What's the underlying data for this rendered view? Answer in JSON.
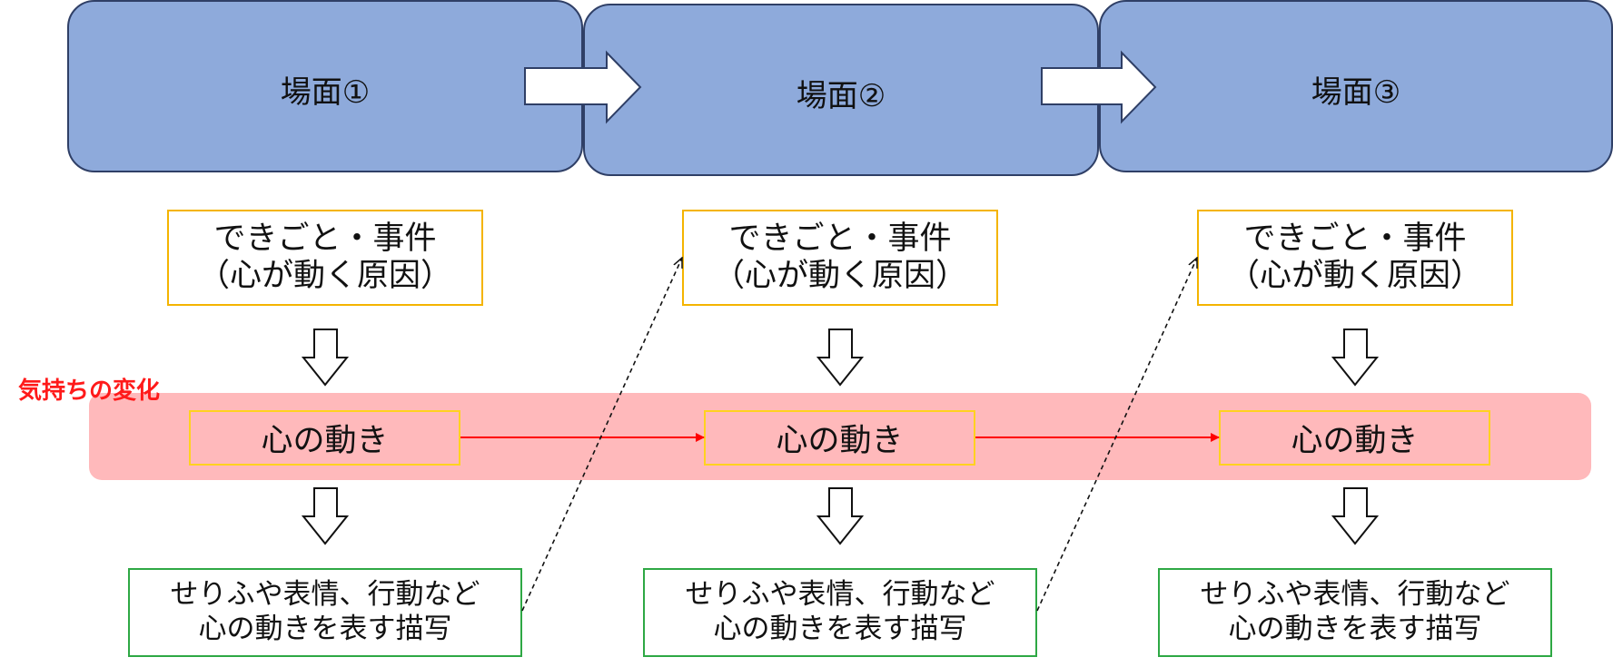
{
  "band_label": "気持ちの変化",
  "colors": {
    "scene_fill": "#8eaadb",
    "scene_border": "#2f3f66",
    "band_fill": "#ffb9bb",
    "event_border": "#f4b400",
    "heart_border": "#ffd21f",
    "expression_border": "#2ea844",
    "heart_arrow": "#ff0000",
    "band_label": "#ff1a1a"
  },
  "scenes": [
    {
      "title": "場面①",
      "event": {
        "line1": "できごと・事件",
        "line2": "（心が動く原因）"
      },
      "heart": "心の動き",
      "expression": {
        "line1": "せりふや表情、行動など",
        "line2": "心の動きを表す描写"
      }
    },
    {
      "title": "場面②",
      "event": {
        "line1": "できごと・事件",
        "line2": "（心が動く原因）"
      },
      "heart": "心の動き",
      "expression": {
        "line1": "せりふや表情、行動など",
        "line2": "心の動きを表す描写"
      }
    },
    {
      "title": "場面③",
      "event": {
        "line1": "できごと・事件",
        "line2": "（心が動く原因）"
      },
      "heart": "心の動き",
      "expression": {
        "line1": "せりふや表情、行動など",
        "line2": "心の動きを表す描写"
      }
    }
  ]
}
